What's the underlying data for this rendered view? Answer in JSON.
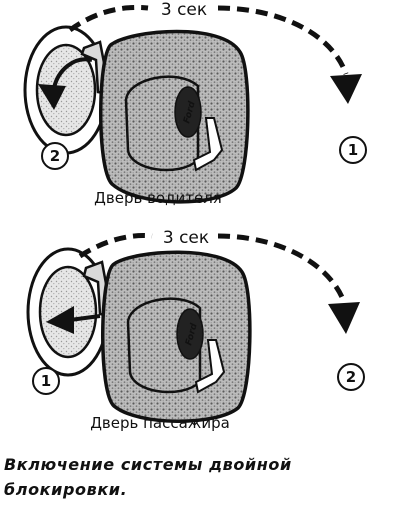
{
  "panels": [
    {
      "timer_label": "3 сек",
      "door_label": "Дверь водителя",
      "step_near_lock": "2",
      "step_at_arrow_end": "1"
    },
    {
      "timer_label": "3 сек",
      "door_label": "Дверь пассажира",
      "step_near_lock": "1",
      "step_at_arrow_end": "2"
    }
  ],
  "key_brand_logo": "Ford",
  "caption_line1": "Включение системы двойной",
  "caption_line2": "блокировки."
}
